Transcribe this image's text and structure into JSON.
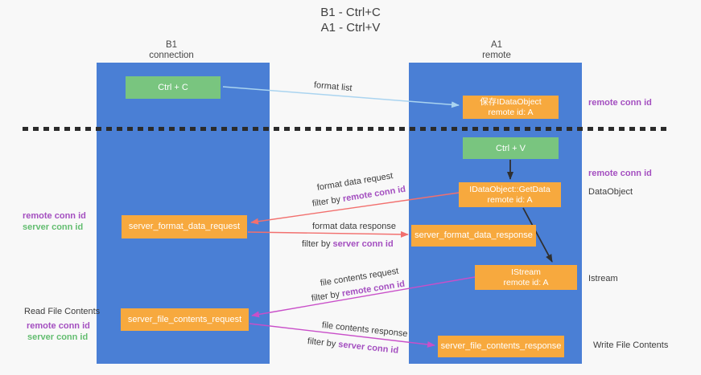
{
  "colors": {
    "background": "#f8f8f8",
    "column_blue": "#4a7fd5",
    "box_green": "#79c57f",
    "box_orange": "#f7a93e",
    "label_purple": "#a44fc0",
    "label_green": "#63bd70",
    "arrow_blue": "#aad4f0",
    "arrow_red": "#f2706e",
    "arrow_magenta": "#c94fc9",
    "arrow_black": "#2f2f2f"
  },
  "title": {
    "line1": "B1 - Ctrl+C",
    "line2": "A1 - Ctrl+V"
  },
  "columns": {
    "left": {
      "name": "B1",
      "role": "connection"
    },
    "right": {
      "name": "A1",
      "role": "remote"
    }
  },
  "boxes": {
    "ctrl_c": {
      "label": "Ctrl + C"
    },
    "ctrl_v": {
      "label": "Ctrl + V"
    },
    "save_dataobject": {
      "line1": "保存IDataObject",
      "line2": "remote id: A"
    },
    "getdata": {
      "line1": "IDataObject::GetData",
      "line2": "remote id: A"
    },
    "istream": {
      "line1": "IStream",
      "line2": "remote id: A"
    },
    "format_request": {
      "label": "server_format_data_request"
    },
    "format_response": {
      "label": "server_format_data_response"
    },
    "file_request": {
      "label": "server_file_contents_request"
    },
    "file_response": {
      "label": "server_file_contents_response"
    }
  },
  "arrow_labels": {
    "format_list": "format list",
    "filter_by": "filter by ",
    "format_data_request": "format data request",
    "format_data_request_filter": "remote conn id",
    "format_data_response": "format data response",
    "format_data_response_filter": "server conn id",
    "file_contents_request": "file contents request",
    "file_contents_request_filter": "remote conn id",
    "file_contents_response": "file contents response",
    "file_contents_response_filter": "server conn id"
  },
  "side_labels": {
    "right_top_remote_conn_id": "remote conn id",
    "right_mid_remote_conn_id": "remote conn id",
    "right_dataobject": "DataObject",
    "right_istream": "Istream",
    "right_write_file_contents": "Write File Contents",
    "left_remote_conn_id_1": "remote conn id",
    "left_server_conn_id_1": "server conn id",
    "left_read_file_contents": "Read File Contents",
    "left_remote_conn_id_2": "remote conn id",
    "left_server_conn_id_2": "server conn id"
  }
}
